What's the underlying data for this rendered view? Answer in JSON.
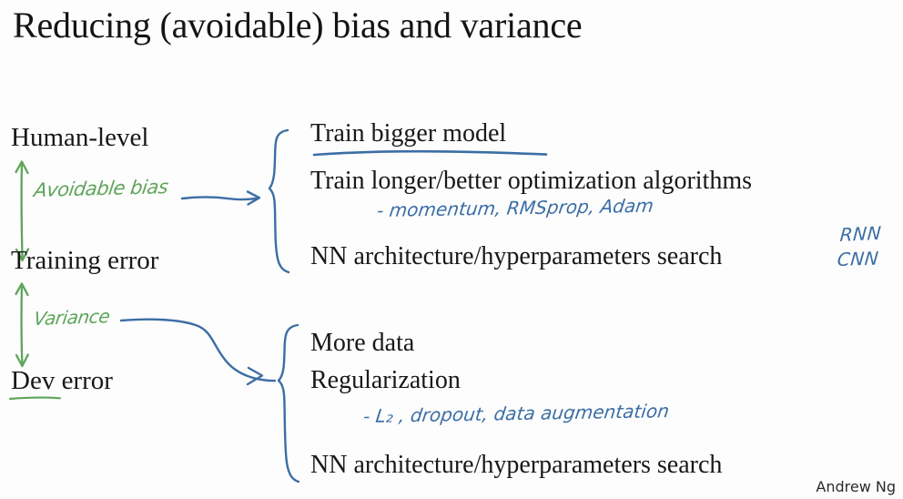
{
  "slide": {
    "title": "Reducing (avoidable) bias and variance",
    "background_color": "#fdfdfd",
    "footer": "Andrew Ng"
  },
  "colors": {
    "text": "#181818",
    "ink_blue": "#3c6ea5",
    "ink_green": "#5ea55a"
  },
  "left_column": {
    "levels": [
      {
        "label": "Human-level"
      },
      {
        "label": "Training error"
      },
      {
        "label": "Dev error"
      }
    ],
    "gap_annotations": [
      {
        "label": "Avoidable bias",
        "color": "#5ea55a"
      },
      {
        "label": "Variance",
        "color": "#5ea55a"
      }
    ]
  },
  "right_column": {
    "bias_group": {
      "items": [
        {
          "label": "Train bigger model",
          "underlined": true
        },
        {
          "label": "Train longer/better optimization algorithms",
          "underlined": false
        },
        {
          "label": "NN architecture/hyperparameters search",
          "underlined": false
        }
      ],
      "handwritten_notes": [
        {
          "text": "- momentum, RMSprop, Adam",
          "color": "#3c6ea5"
        },
        {
          "text": "RNN",
          "color": "#3c6ea5"
        },
        {
          "text": "CNN",
          "color": "#3c6ea5"
        }
      ]
    },
    "variance_group": {
      "items": [
        {
          "label": "More data",
          "underlined": false
        },
        {
          "label": "Regularization",
          "underlined": false
        },
        {
          "label": "NN architecture/hyperparameters search",
          "underlined": false
        }
      ],
      "handwritten_notes": [
        {
          "text": "- L₂ , dropout, data augmentation",
          "color": "#3c6ea5"
        }
      ]
    }
  }
}
